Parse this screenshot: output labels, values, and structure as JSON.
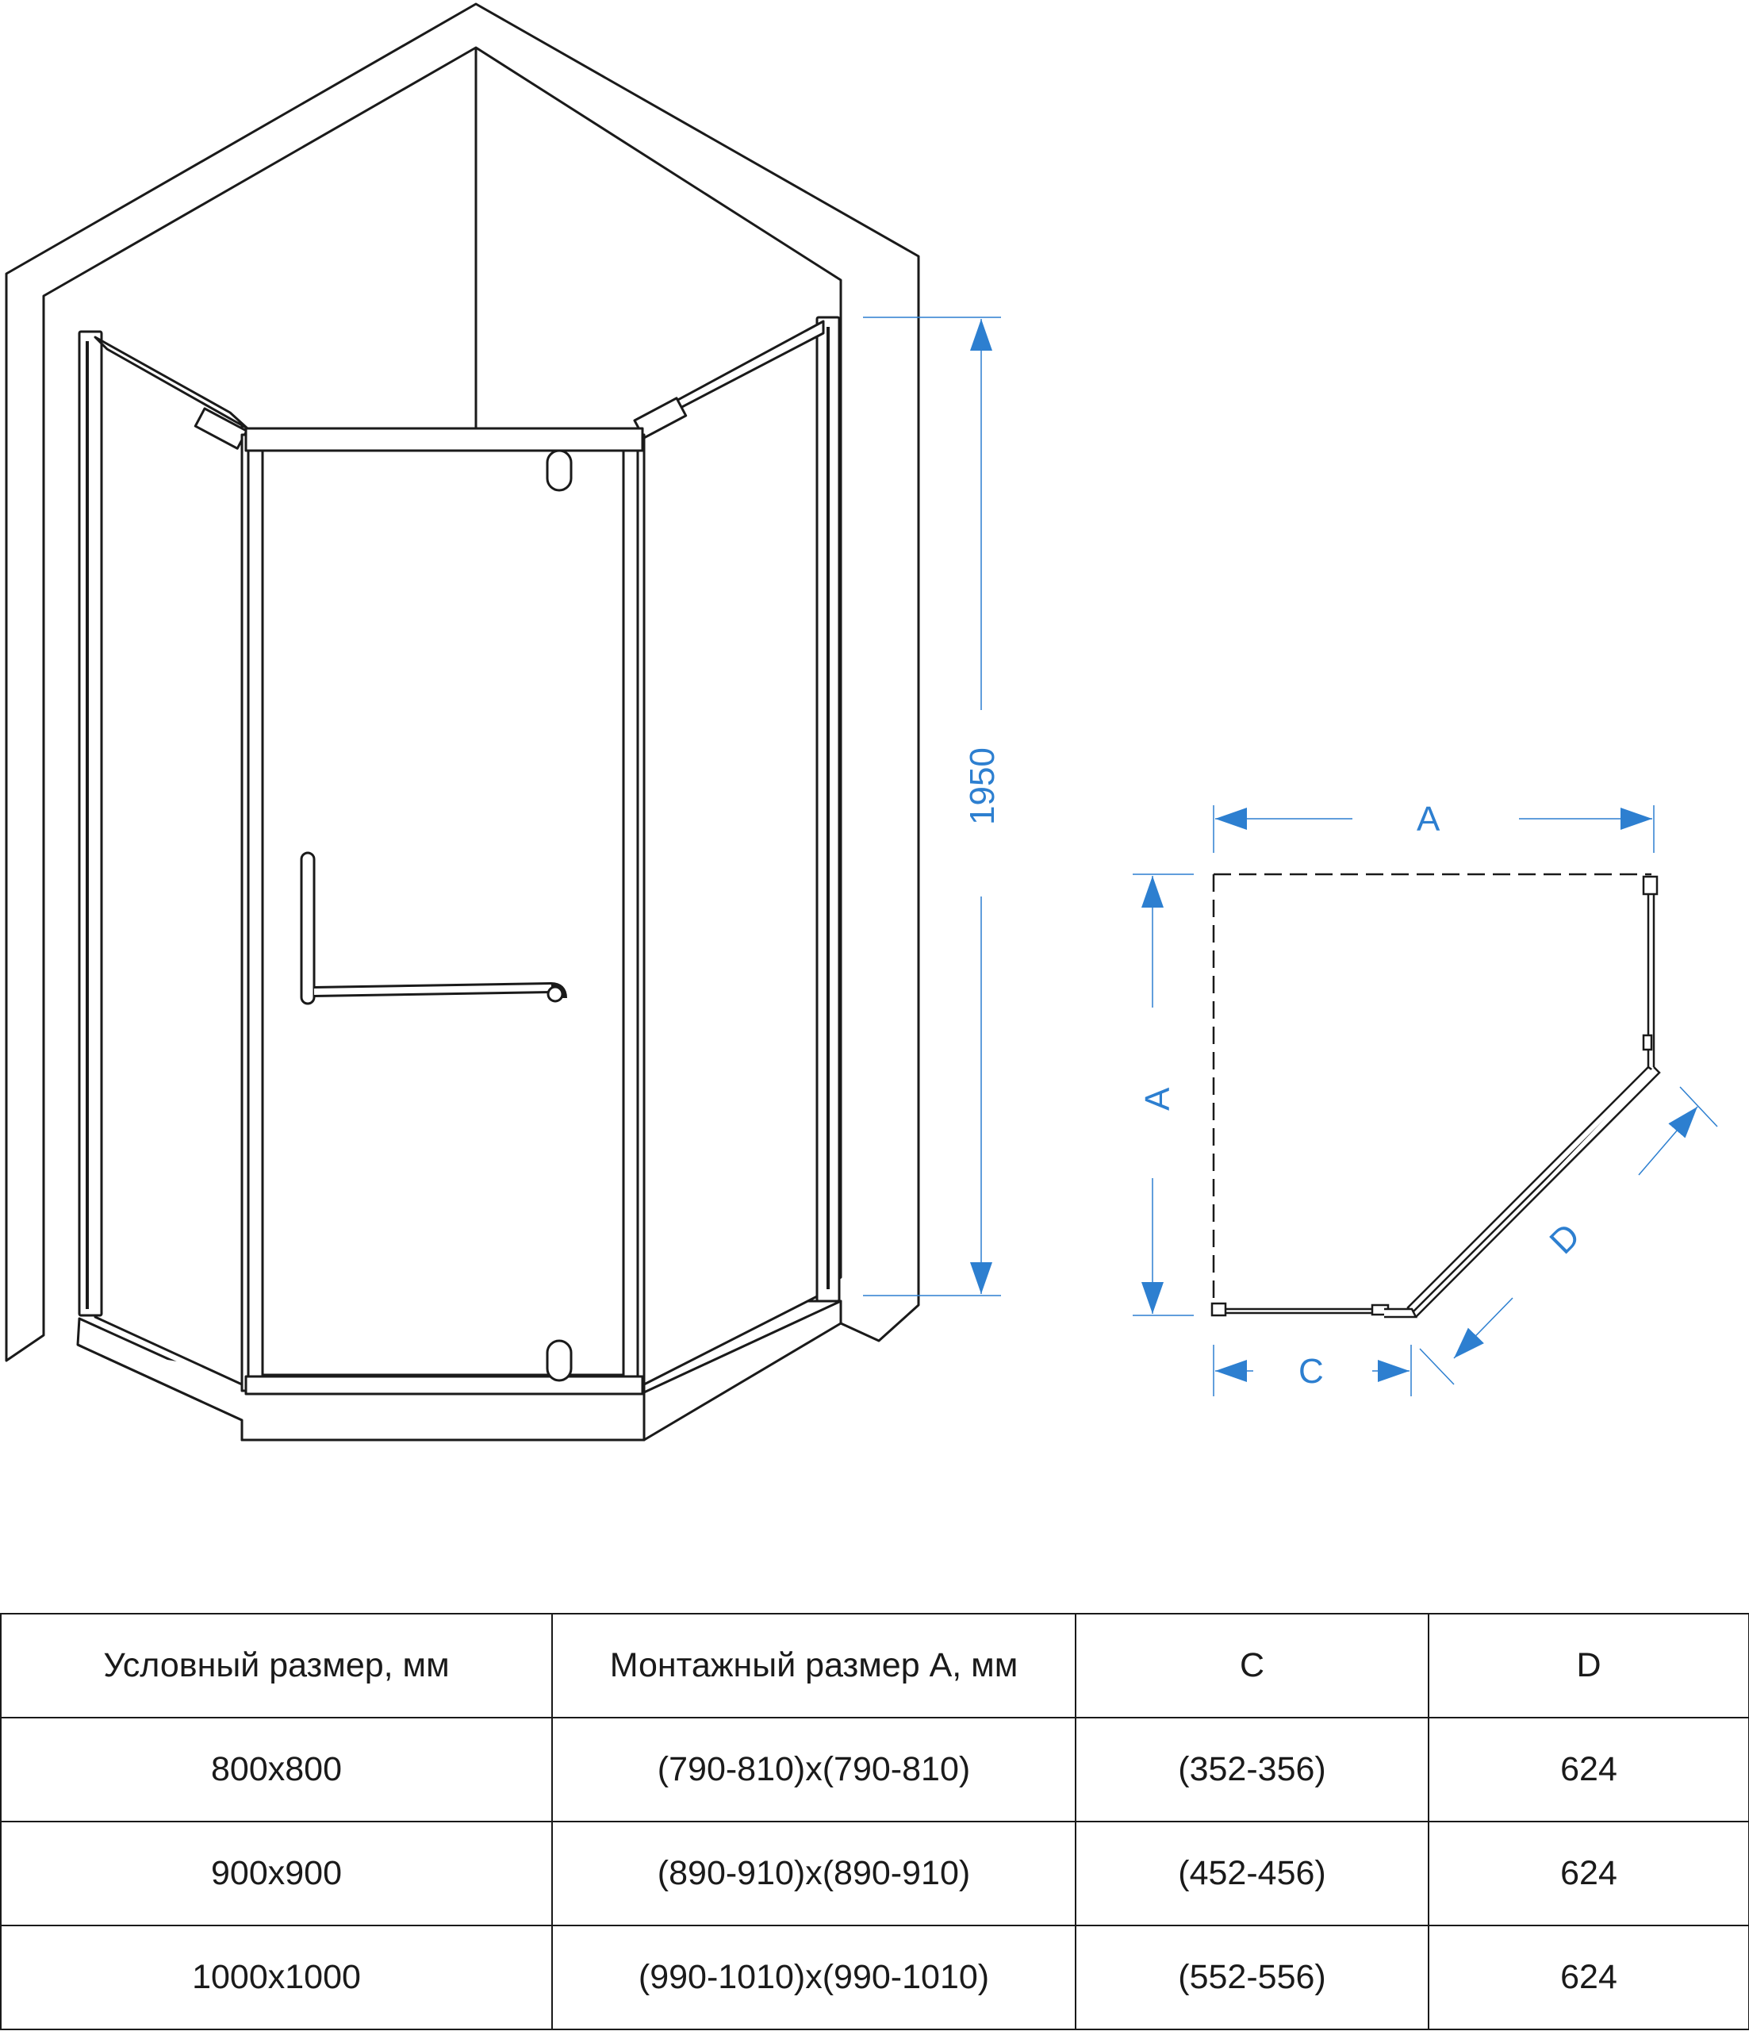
{
  "colors": {
    "dimension": "#2d7fd0",
    "outline": "#1a1a1a"
  },
  "dimensions": {
    "height": "1950",
    "plan_width": "A",
    "plan_depth": "A",
    "plan_c": "C",
    "plan_d": "D"
  },
  "table": {
    "headers": [
      "Условный размер, мм",
      "Монтажный размер А, мм",
      "C",
      "D"
    ],
    "rows": [
      [
        "800x800",
        "(790-810)x(790-810)",
        "(352-356)",
        "624"
      ],
      [
        "900x900",
        "(890-910)x(890-910)",
        "(452-456)",
        "624"
      ],
      [
        "1000x1000",
        "(990-1010)x(990-1010)",
        "(552-556)",
        "624"
      ]
    ]
  }
}
